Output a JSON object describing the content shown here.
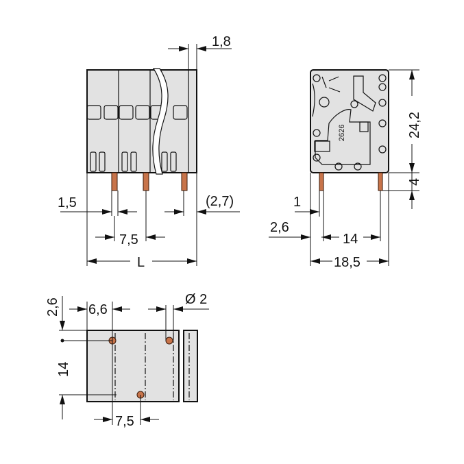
{
  "front_view": {
    "dimensions": {
      "pitch_right_edge": "1,8",
      "pin_width": "1,5",
      "end_offset": "(2,7)",
      "pitch": "7,5",
      "length": "L"
    }
  },
  "side_view": {
    "dimensions": {
      "height": "24,2",
      "pin_length": "4",
      "pin_thickness": "1",
      "pin_offset": "2,6",
      "pin_spacing": "14",
      "depth": "18,5"
    },
    "marking": "2626"
  },
  "bottom_view": {
    "dimensions": {
      "edge_offset": "2,6",
      "first_pin": "6,6",
      "hole_diameter": "Ø 2",
      "row_spacing": "14",
      "pitch": "7,5"
    }
  },
  "colors": {
    "body": "#e2e2e2",
    "pin": "#c8744a",
    "line": "#111111"
  }
}
